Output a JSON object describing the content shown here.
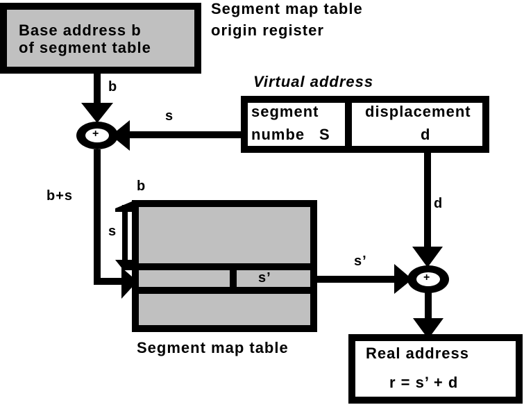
{
  "colors": {
    "stroke": "#000000",
    "table_fill": "#c0c0c0",
    "background": "#ffffff"
  },
  "origin_register": {
    "box_line1": "Base address b",
    "box_line2": "of segment table",
    "caption_line1": "Segment map table",
    "caption_line2": "origin register"
  },
  "virtual_address": {
    "title": "Virtual address",
    "segment_field_line1": "segment",
    "segment_field_line2": "numbe",
    "segment_field_symbol": "S",
    "displacement_field_line1": "displacement",
    "displacement_field_line2": "d"
  },
  "edges": {
    "b_label": "b",
    "s_label": "s",
    "b_plus_s_label": "b+s",
    "d_label": "d",
    "s_prime_label": "s’"
  },
  "adders": {
    "top_symbol": "+",
    "bottom_symbol": "+"
  },
  "segment_map_table": {
    "b_marker": "b",
    "s_offset_label": "s",
    "entry_value": "s’",
    "caption": "Segment map table"
  },
  "real_address": {
    "title": "Real address",
    "formula": "r = s’ + d"
  }
}
